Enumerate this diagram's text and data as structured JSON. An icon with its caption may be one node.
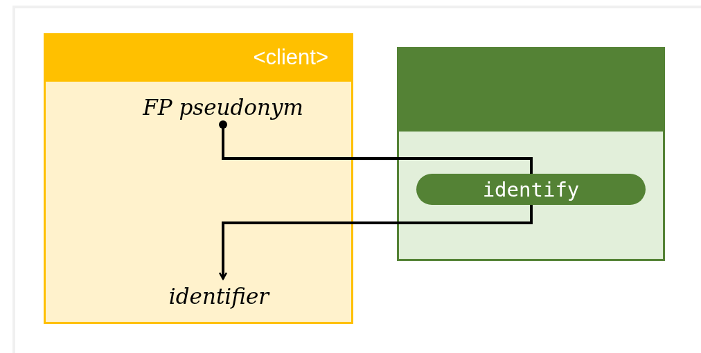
{
  "diagram": {
    "nodes": [
      {
        "text": [
          "<client>"
        ]
      },
      {
        "text": [
          "FP pseudonym"
        ],
        "in": 0
      },
      {
        "text": [
          "identifier"
        ],
        "in": 0
      },
      {
        "text": [],
        "shape": "box"
      },
      {
        "text": [
          "identify"
        ],
        "in": 3
      }
    ],
    "edges": [
      {
        "from": 1,
        "to": 4,
        "arrow": "other"
      },
      {
        "from": 4,
        "to": 2,
        "arrow": "to"
      }
    ]
  }
}
